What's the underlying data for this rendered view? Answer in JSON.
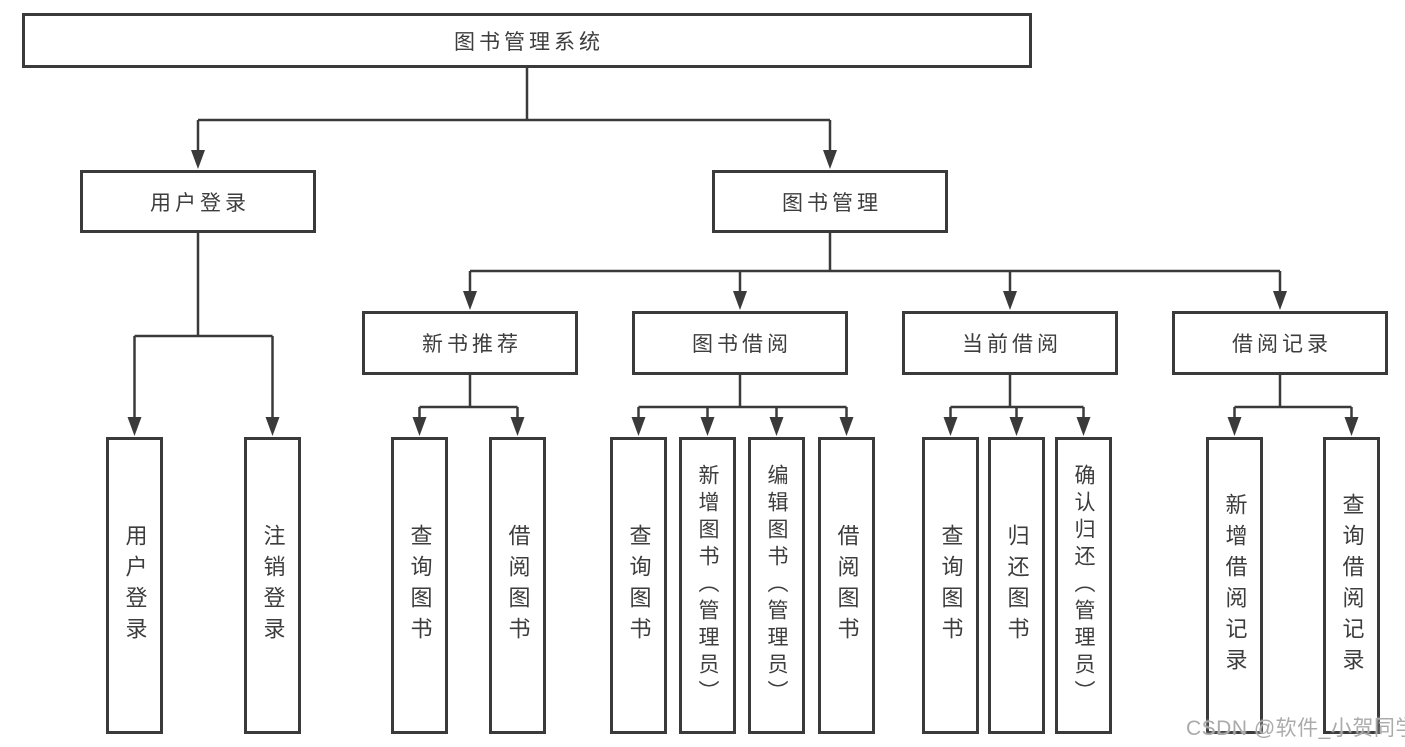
{
  "diagram_type": "hierarchy-tree",
  "tree": {
    "label": "图书管理系统",
    "children": [
      {
        "label": "用户登录",
        "children": [
          {
            "label": "用户登录"
          },
          {
            "label": "注销登录"
          }
        ]
      },
      {
        "label": "图书管理",
        "children": [
          {
            "label": "新书推荐",
            "children": [
              {
                "label": "查询图书"
              },
              {
                "label": "借阅图书"
              }
            ]
          },
          {
            "label": "图书借阅",
            "children": [
              {
                "label": "查询图书"
              },
              {
                "label": "新增图书（管理员）"
              },
              {
                "label": "编辑图书（管理员）"
              },
              {
                "label": "借阅图书"
              }
            ]
          },
          {
            "label": "当前借阅",
            "children": [
              {
                "label": "查询图书"
              },
              {
                "label": "归还图书"
              },
              {
                "label": "确认归还（管理员）"
              }
            ]
          },
          {
            "label": "借阅记录",
            "children": [
              {
                "label": "新增借阅记录"
              },
              {
                "label": "查询借阅记录"
              }
            ]
          }
        ]
      }
    ]
  },
  "watermark": "CSDN @软件_小贺同学",
  "colors": {
    "line": "#3a3a3a",
    "box_border": "#3a3a3a",
    "text": "#3d3d3d",
    "background": "#ffffff",
    "watermark": "#ababab"
  }
}
